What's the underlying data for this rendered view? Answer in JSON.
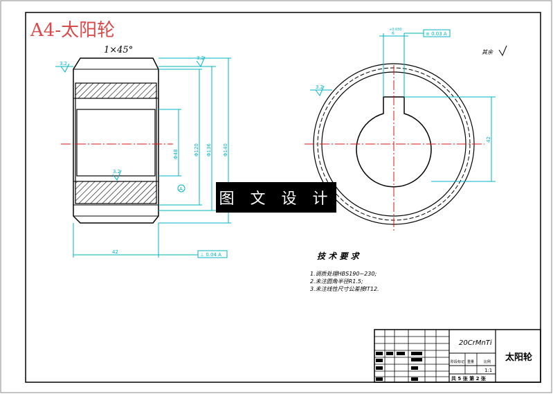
{
  "title": "A4-太阳轮",
  "colors": {
    "title": "#d94a4a",
    "dimension": "#00b4c8",
    "centerline": "#e01010",
    "outline": "#000000",
    "hatch": "#000000"
  },
  "side_view": {
    "chamfer_note": "1×45°",
    "roughness_left": "3.2",
    "roughness_top": "3.2",
    "roughness_bore": "3.2",
    "width_dim": "42",
    "tolerance_frame": "⊥ 0.04 A",
    "dim_labels": [
      "Φ48",
      "Φ120",
      "Φ136",
      "Φ140"
    ],
    "datum_label": "A"
  },
  "front_view": {
    "roughness_left": "3.2",
    "keyway_dim": "6",
    "keyway_tol": "+0.030",
    "tolerance_frame": "≡ 0.03 A",
    "key_depth_dim": "42",
    "surface_note": "其余"
  },
  "tech_req": {
    "title": "技 术 要 求",
    "items": [
      "1.调质处理HBS190~230;",
      "2.未注圆角半径R1.5;",
      "3.未注线性尺寸公差按IT12."
    ]
  },
  "title_block": {
    "material": "20CrMnTi",
    "part_name": "太阳轮",
    "scale_headers": [
      "阶段标记",
      "重量",
      "比例"
    ],
    "scale": "1:1",
    "sheet_info": "共 5 张  第 2 张"
  },
  "watermark": "图 文 设 计"
}
